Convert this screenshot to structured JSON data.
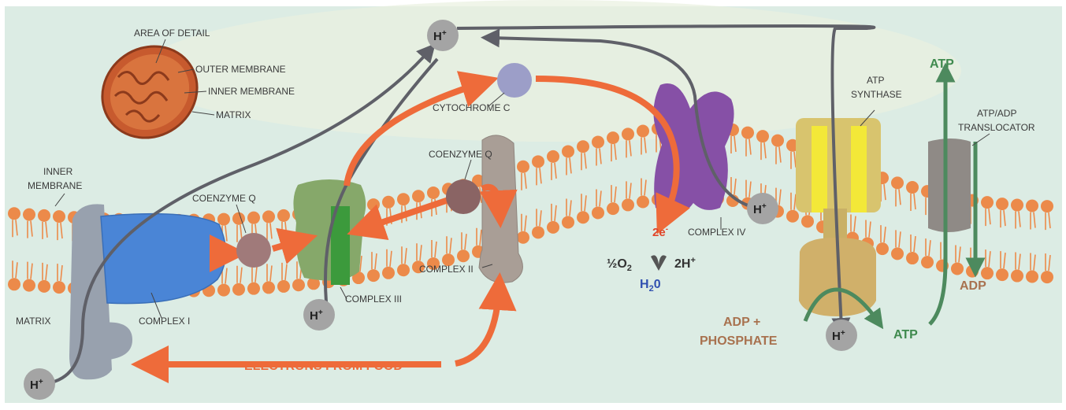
{
  "colors": {
    "background": "#dfeee6",
    "membrane_head": "#ec8a4a",
    "electron_arrow": "#ee6b3a",
    "proton_path": "#5f6068",
    "complex_i": "#4d87d8",
    "complex_i_base": "#9aa3b0",
    "complex_iii": "#86a86a",
    "complex_iv": "#8a52a8",
    "atp_synthase": "#d8c36a",
    "atp_label": "#3f8a4e",
    "adp_label": "#a8724f",
    "water_label": "#3050b0"
  },
  "labels": {
    "area_of_detail": "AREA OF DETAIL",
    "outer_membrane": "OUTER MEMBRANE",
    "inner_membrane_mito": "INNER MEMBRANE",
    "matrix_mito": "MATRIX",
    "inner_membrane_1": "INNER",
    "inner_membrane_2": "MEMBRANE",
    "matrix": "MATRIX",
    "coenzyme_q_left": "COENZYME Q",
    "coenzyme_q_right": "COENZYME Q",
    "cytochrome_c": "CYTOCHROME C",
    "complex_i": "COMPLEX I",
    "complex_ii": "COMPLEX II",
    "complex_iii": "COMPLEX III",
    "complex_iv": "COMPLEX IV",
    "atp_synthase_1": "ATP",
    "atp_synthase_2": "SYNTHASE",
    "translocator_1": "ATP/ADP",
    "translocator_2": "TRANSLOCATOR",
    "electrons_from_food": "ELECTRONS FROM FOOD",
    "two_e": "2e",
    "e_sup": "-",
    "half": "½",
    "o2": "O",
    "o2_sub": "2",
    "two_h": "2H",
    "plus": "+",
    "h": "H",
    "h2_sub": "2",
    "o": "0",
    "adp_plus": "ADP +",
    "phosphate": "PHOSPHATE",
    "atp_low": "ATP",
    "atp_top": "ATP",
    "adp": "ADP",
    "h_plus": "H",
    "h_sup": "+"
  }
}
